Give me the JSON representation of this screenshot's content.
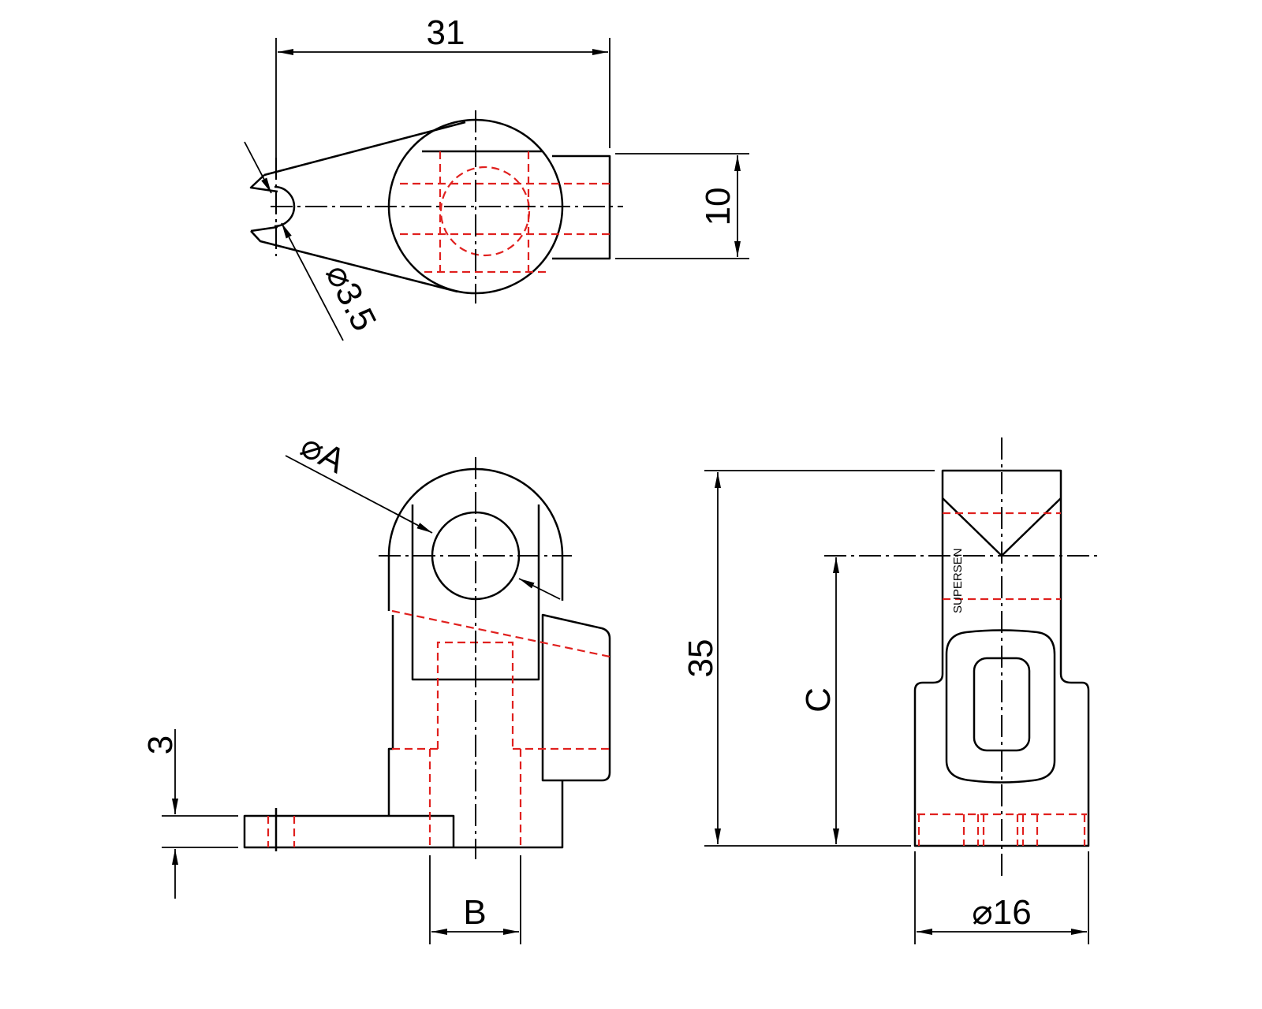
{
  "drawing": {
    "colors": {
      "line": "#000000",
      "hidden": "#e0201e",
      "background": "#ffffff"
    },
    "top_view": {
      "width_dim": "31",
      "height_dim": "10",
      "hole_dim": "⌀3.5"
    },
    "front_view": {
      "bore_dim": "⌀A",
      "base_thickness_dim": "3",
      "slot_width_dim": "B"
    },
    "side_view": {
      "height_dim": "35",
      "center_height_dim": "C",
      "diameter_dim": "⌀16",
      "marking": "SUPERSEN"
    }
  }
}
